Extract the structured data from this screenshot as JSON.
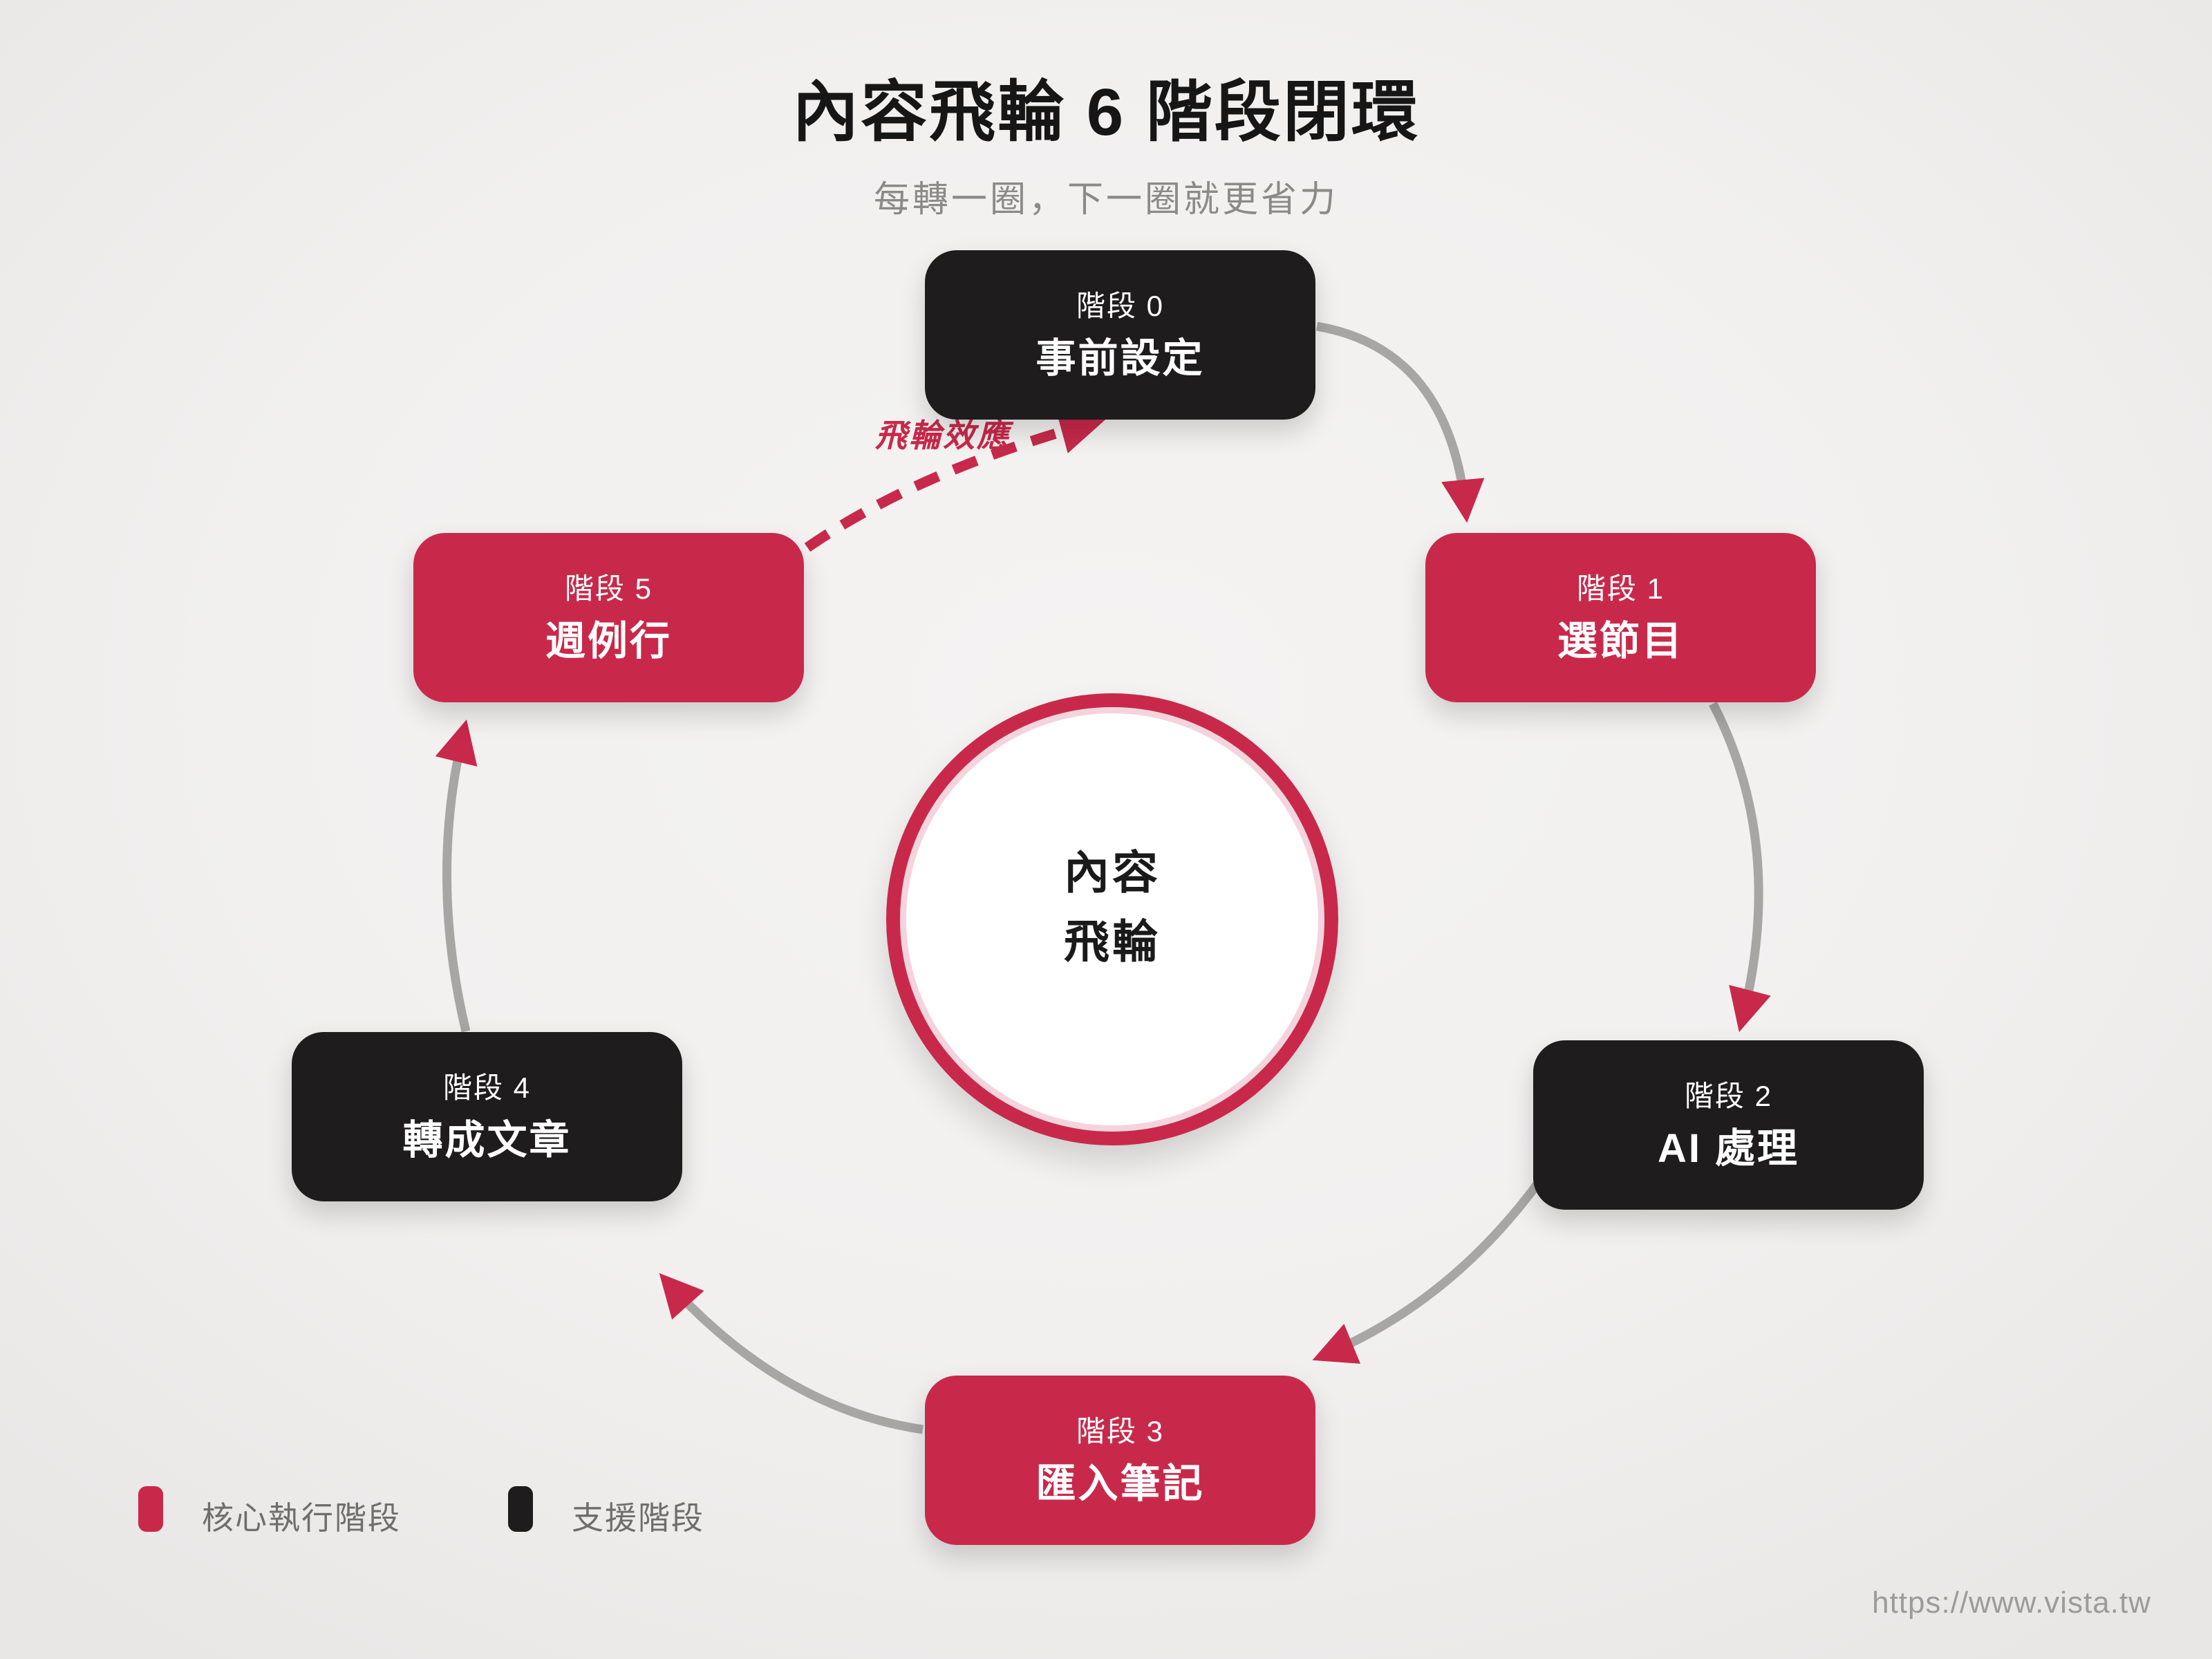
{
  "header": {
    "title": "內容飛輪 6 階段閉環",
    "subtitle": "每轉一圈，下一圈就更省力"
  },
  "hub": {
    "line1": "內容",
    "line2": "飛輪"
  },
  "stages": [
    {
      "phase": "階段 0",
      "name": "事前設定",
      "type": "support"
    },
    {
      "phase": "階段 1",
      "name": "選節目",
      "type": "core"
    },
    {
      "phase": "階段 2",
      "name": "AI 處理",
      "type": "support"
    },
    {
      "phase": "階段 3",
      "name": "匯入筆記",
      "type": "core"
    },
    {
      "phase": "階段 4",
      "name": "轉成文章",
      "type": "support"
    },
    {
      "phase": "階段 5",
      "name": "週例行",
      "type": "core"
    }
  ],
  "flywheel_arrow_label": "飛輪效應",
  "legend": {
    "core": "核心執行階段",
    "support": "支援階段"
  },
  "footer_url": "https://www.vista.tw",
  "colors": {
    "core_red": "#c8294a",
    "support_black": "#1e1c1d",
    "arc_gray": "#a7a6a5",
    "background": "#f0efee"
  }
}
